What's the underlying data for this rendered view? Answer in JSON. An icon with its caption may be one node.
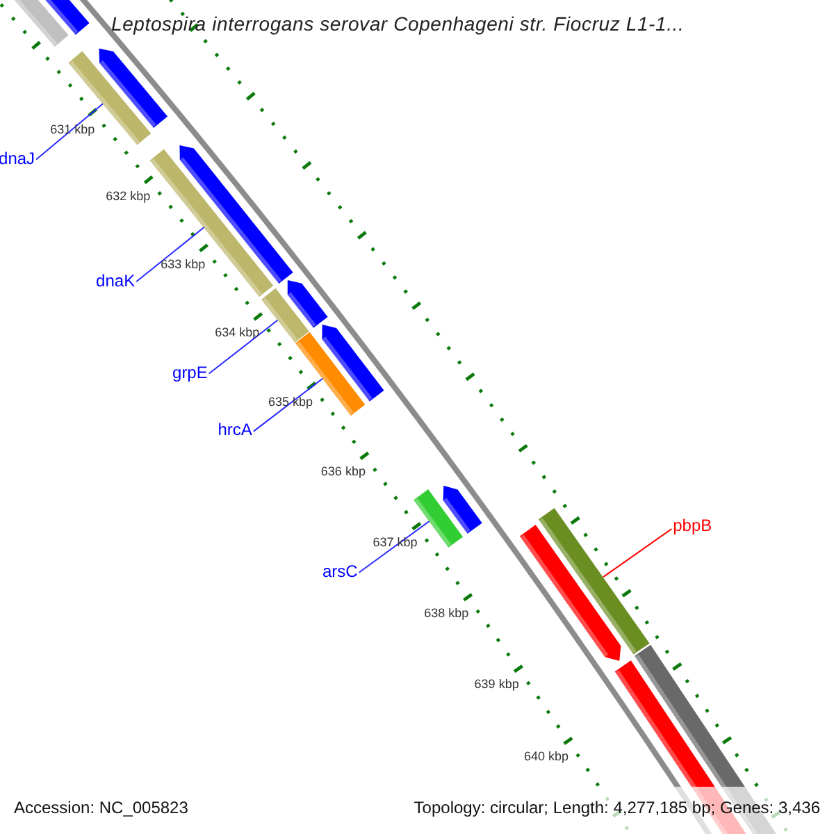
{
  "diagram": {
    "title": "Leptospira interrogans serovar Copenhageni str. Fiocruz L1-1...",
    "nodes": [
      {
        "text": [
          "dnaJ"
        ]
      },
      {
        "text": [],
        "shape": "bar"
      },
      {
        "text": [
          "dnaK"
        ]
      },
      {
        "text": [],
        "shape": "bar"
      },
      {
        "text": [
          "grpE"
        ]
      },
      {
        "text": [],
        "shape": "bar"
      },
      {
        "text": [
          "hrcA"
        ]
      },
      {
        "text": [],
        "shape": "bar"
      },
      {
        "text": [
          "arsC"
        ]
      },
      {
        "text": [],
        "shape": "bar"
      },
      {
        "text": [
          "pbpB"
        ]
      },
      {
        "text": [],
        "shape": "bar"
      }
    ],
    "edges": [
      {
        "from": 0,
        "to": 1,
        "arrow": "none"
      },
      {
        "from": 2,
        "to": 3,
        "arrow": "none"
      },
      {
        "from": 4,
        "to": 5,
        "arrow": "none"
      },
      {
        "from": 6,
        "to": 7,
        "arrow": "none"
      },
      {
        "from": 8,
        "to": 9,
        "arrow": "none"
      },
      {
        "from": 10,
        "to": 11,
        "arrow": "none",
        "color": "#ff0000"
      }
    ],
    "labels": [
      "631 kbp",
      "632 kbp",
      "633 kbp",
      "634 kbp",
      "635 kbp",
      "636 kbp",
      "637 kbp",
      "638 kbp",
      "639 kbp",
      "640 kbp",
      "Accession: NC_005823",
      "Topology: circular; Length: 4,277,185 bp; Genes: 3,436"
    ]
  }
}
